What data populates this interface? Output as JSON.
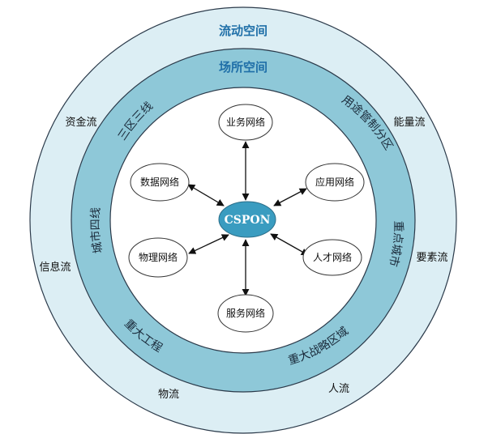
{
  "outer": {
    "title": "流动空间",
    "flows": {
      "capital": "资金流",
      "energy": "能量流",
      "information": "信息流",
      "factor": "要素流",
      "material": "物流",
      "people": "人流"
    }
  },
  "middle": {
    "title": "场所空间",
    "zones": {
      "top_left": "三区三线",
      "top_right": "用途管制分区",
      "left": "城市四线",
      "right": "重点城市",
      "bottom_left": "重大工程",
      "bottom_right": "重大战略区域"
    }
  },
  "inner": {
    "center": "CSPON",
    "nodes": {
      "top": "业务网络",
      "upper_left": "数据网络",
      "upper_right": "应用网络",
      "lower_left": "物理网络",
      "lower_right": "人才网络",
      "bottom": "服务网络"
    }
  },
  "colors": {
    "outer_fill": "#dceef4",
    "middle_fill": "#8ec8d8",
    "inner_fill": "#ffffff",
    "center_fill": "#3a9cc0",
    "title_color": "#1f6fa8",
    "ring_stroke": "#2b3a4a"
  }
}
